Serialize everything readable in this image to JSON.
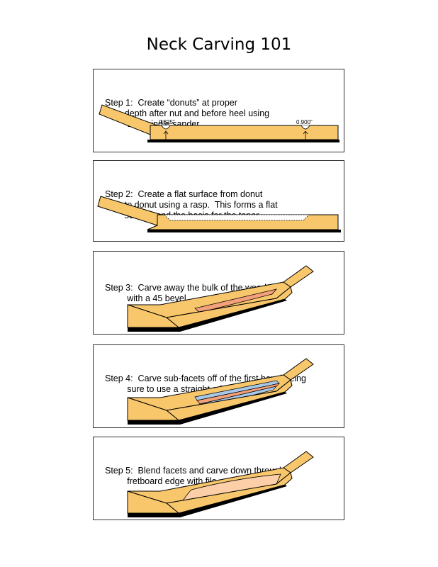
{
  "title": "Neck Carving 101",
  "steps": [
    {
      "lines": [
        "Step 1:  Create “donuts” at proper",
        "        depth after nut and before heel using",
        "         the spindle sander."
      ]
    },
    {
      "lines": [
        "Step 2:  Create a flat surface from donut",
        "        to donut using a rasp.  This forms a flat",
        "        surface and the basis for the taper."
      ]
    },
    {
      "lines": [
        "Step 3:  Carve away the bulk of the wood",
        "         with a 45 bevel."
      ]
    },
    {
      "lines": [
        "Step 4:  Carve sub-facets off of the first bevel being",
        "         sure to use a straight edge."
      ]
    },
    {
      "lines": [
        "Step 5:  Blend facets and carve down through",
        "         fretboard edge with file."
      ]
    }
  ],
  "dimensions": {
    "nut_depth": "0.825”",
    "heel_depth": "0.900”"
  },
  "colors": {
    "wood": "#F8C76C",
    "bevel": "#F4A07A",
    "facet": "#A8C8E8",
    "fretboard": "#000000"
  }
}
